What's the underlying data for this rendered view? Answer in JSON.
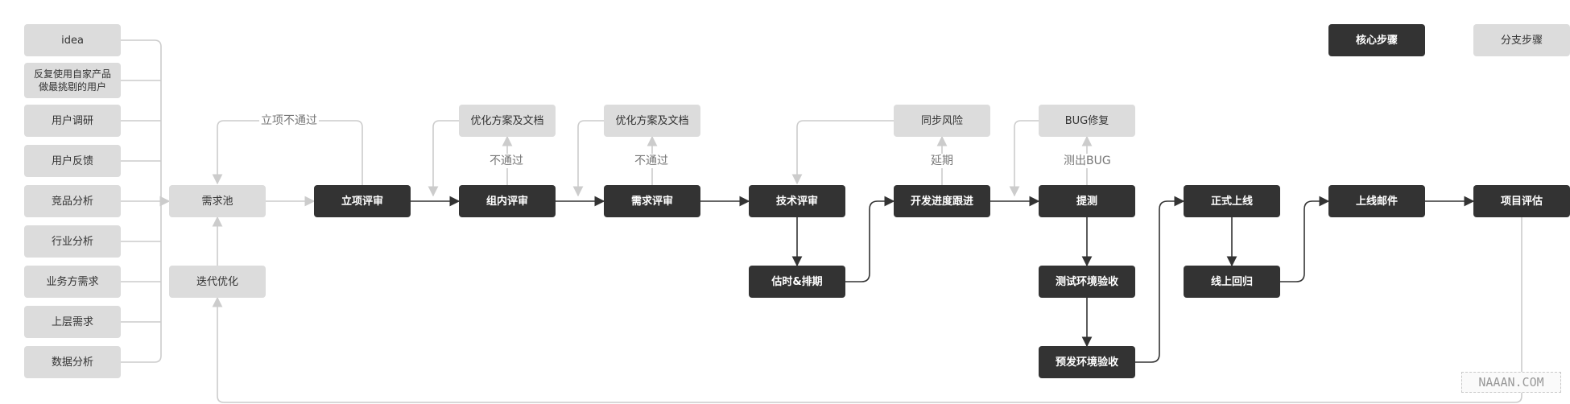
{
  "legend": {
    "core": "核心步骤",
    "branch": "分支步骤"
  },
  "sources": [
    "idea",
    "反复使用自家产品\n做最挑剔的用户",
    "用户调研",
    "用户反馈",
    "竞品分析",
    "行业分析",
    "业务方需求",
    "上层需求",
    "数据分析"
  ],
  "pool": {
    "demand": "需求池",
    "iterate": "迭代优化"
  },
  "core": {
    "project_review": "立项评审",
    "group_review": "组内评审",
    "demand_review": "需求评审",
    "tech_review": "技术评审",
    "estimate": "估时&排期",
    "dev_progress": "开发进度跟进",
    "submit_test": "提测",
    "test_env": "测试环境验收",
    "pre_env": "预发环境验收",
    "go_live": "正式上线",
    "online_regression": "线上回归",
    "release_mail": "上线邮件",
    "evaluation": "项目评估"
  },
  "branch": {
    "optimize1": "优化方案及文档",
    "optimize2": "优化方案及文档",
    "sync_risk": "同步风险",
    "bug_fix": "BUG修复"
  },
  "labels": {
    "project_fail": "立项不通过",
    "fail1": "不通过",
    "fail2": "不通过",
    "delay": "延期",
    "bug_found": "测出BUG"
  },
  "watermark": "NAAAN.COM",
  "colors": {
    "core_fill": "#333333",
    "branch_fill": "#dcdcdc",
    "wire": "#cccccc",
    "core_wire": "#333333"
  }
}
